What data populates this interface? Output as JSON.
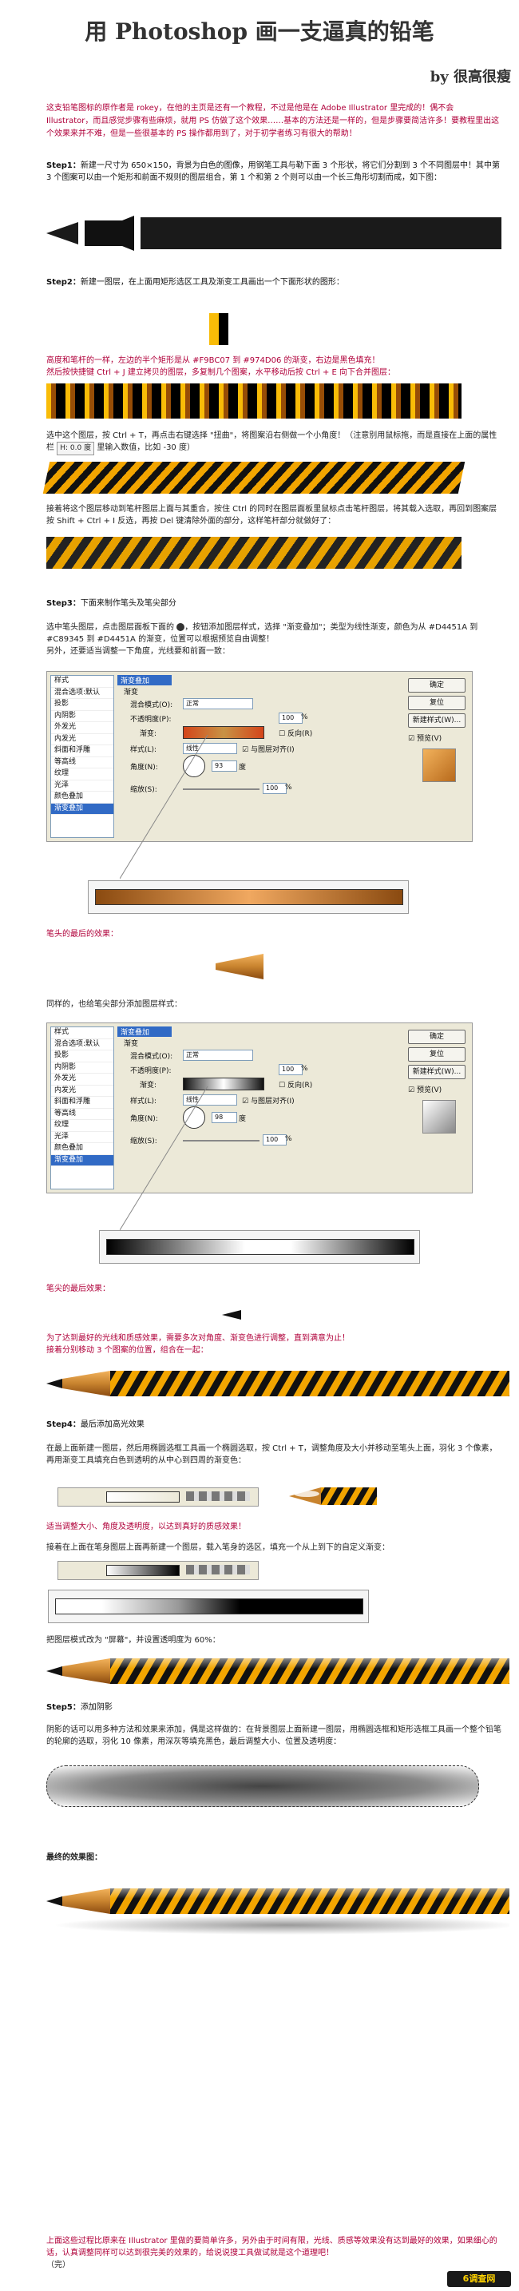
{
  "title": "用 Photoshop 画一支逼真的铅笔",
  "author": "by 很高很瘦",
  "intro": "这支铅笔图标的原作者是 rokey，在他的主页是还有一个教程，不过是他是在 Adobe Illustrator 里完成的！偶不会 Illustrator，而且感觉步骤有些麻烦，就用 PS 仿做了这个效果……基本的方法还是一样的，但是步骤要简洁许多！要教程里出这个效果来并不难，但是一些很基本的 PS 操作都用到了，对于初学者练习有很大的帮助！",
  "step1": {
    "label": "Step1：",
    "text": "新建一尺寸为 650×150，背景为白色的图像，用钢笔工具与勒下面 3 个形状，将它们分割到 3 个不同图层中！其中第 3 个图案可以由一个矩形和前面不规则的图层组合，第 1 个和第 2 个则可以由一个长三角形切割而成，如下图："
  },
  "step2": {
    "label": "Step2：",
    "text1": "新建一图层，在上面用矩形选区工具及渐变工具画出一个下面形状的图形：",
    "text2": "高度和笔杆的一样，左边的半个矩形是从 #F9BC07 到 #974D06 的渐变，右边是黑色填充！",
    "text3": "然后按快捷键 Ctrl + J 建立拷贝的图层，多复制几个图案，水平移动后按 Ctrl + E 向下合并图层：",
    "text4": "选中这个图层，按 Ctrl + T，再点击右键选择 \"扭曲\"，将图案沿右侧做一个小角度！（注意别用鼠标拖，而是直接在上面的属性栏",
    "h_label": "H:",
    "h_value": "0.0",
    "h_unit": "度",
    "text4b": "里输入数值，比如 -30 度）",
    "text5": "接着将这个图层移动到笔杆图层上面与其重合，按住 Ctrl 的同时在图层面板里鼠标点击笔杆图层，将其载入选取，再回到图案层按 Shift + Ctrl + I 反选，再按 Del 键清除外面的部分，这样笔杆部分就做好了："
  },
  "step3": {
    "label": "Step3：",
    "text0": "下面来制作笔头及笔尖部分",
    "text1": "选中笔头图层，点击图层面板下面的",
    "text1b": "按钮添加图层样式，选择 \"渐变叠加\"；类型为线性渐变，颜色为从 #D4451A 到 #C89345 到 #D4451A 的渐变，位置可以根据预览自由调整！",
    "text2": "另外，还要适当调整一下角度，光线要和前面一致：",
    "result1": "笔头的最后的效果：",
    "text3": "同样的，也给笔尖部分添加图层样式：",
    "result2": "笔尖的最后效果：",
    "text4": "为了达到最好的光线和质感效果，需要多次对角度、渐变色进行调整，直到满意为止！",
    "text5": "接着分别移动 3 个图案的位置，组合在一起："
  },
  "dialog": {
    "list": [
      "样式",
      "混合选项:默认",
      "投影",
      "内阴影",
      "外发光",
      "内发光",
      "斜面和浮雕",
      "等高线",
      "纹理",
      "光泽",
      "颜色叠加",
      "渐变叠加"
    ],
    "header": "渐变叠加",
    "sub": "渐变",
    "blend_label": "混合模式(O):",
    "blend_value": "正常",
    "opacity_label": "不透明度(P):",
    "opacity_value": "100",
    "pct": "%",
    "gradient_label": "渐变:",
    "reverse": "反向(R)",
    "style_label": "样式(L):",
    "style_value": "线性",
    "align": "与图层对齐(I)",
    "angle_label": "角度(N):",
    "angle1": "93",
    "angle2": "98",
    "deg": "度",
    "scale_label": "缩放(S):",
    "scale_value": "100",
    "ok": "确定",
    "reset": "复位",
    "new_style": "新建样式(W)...",
    "preview": "预览(V)"
  },
  "step4": {
    "label": "Step4：",
    "text0": "最后添加高光效果",
    "text1": "在最上面新建一图层，然后用椭圆选框工具画一个椭圆选取，按 Ctrl + T，调整角度及大小并移动至笔头上面，羽化 3 个像素，再用渐变工具填充白色到透明的从中心到四周的渐变色：",
    "text2": "适当调整大小、角度及透明度，以达到真好的质感效果！",
    "text3": "接着在上面在笔身图层上面再新建一个图层，载入笔身的选区，填充一个从上到下的自定义渐变：",
    "text4": "把图层模式改为 \"屏幕\"，并设置透明度为 60%："
  },
  "step5": {
    "label": "Step5：",
    "text0": "添加阴影",
    "text1": "阴影的话可以用多种方法和效果来添加，偶是这样做的：在背景图层上面新建一图层，用椭圆选框和矩形选框工具画一个整个铅笔的轮廓的选取，羽化 10 像素，用深灰等填充黑色，最后调整大小、位置及透明度："
  },
  "final_label": "最终的效果图：",
  "closing": "上面这些过程比原来在 Illustrator 里做的要简单许多，另外由于时间有限，光线、质感等效果没有达到最好的效果，如果细心的话，认真调整同样可以达到很完美的效果的，给说说搜工具做试就是这个道理吧！",
  "end": "（完）",
  "logo": "6调查网"
}
